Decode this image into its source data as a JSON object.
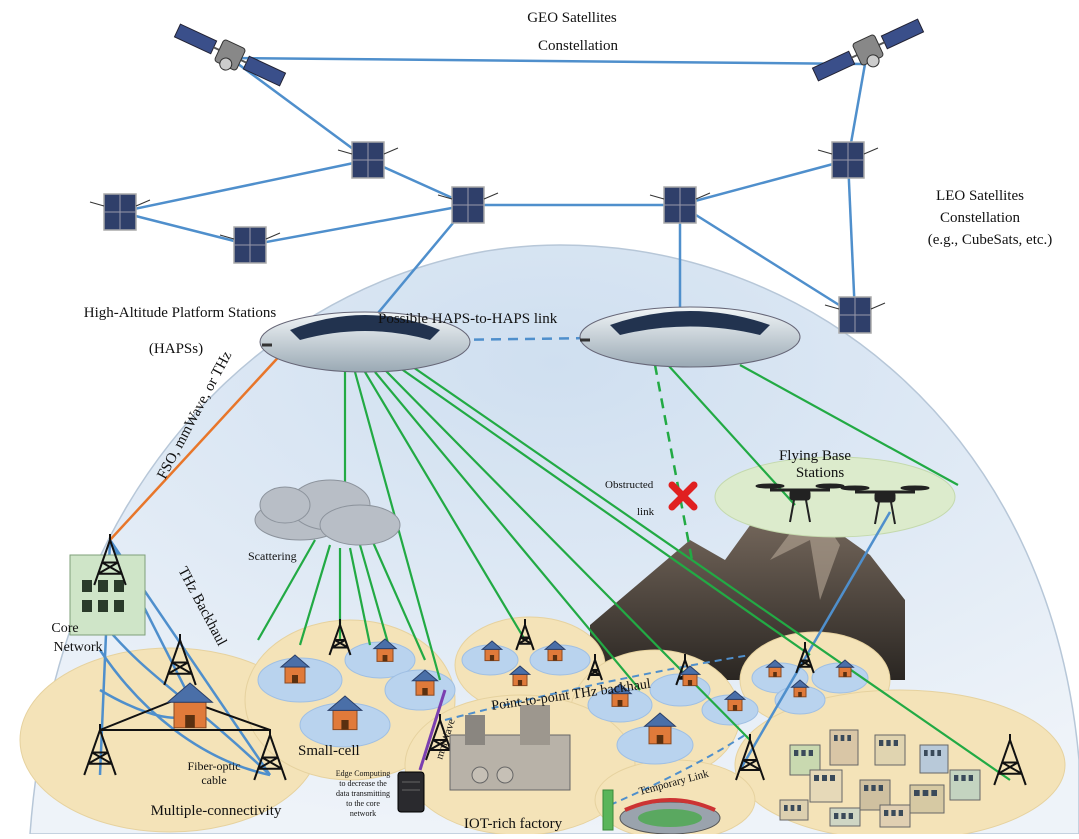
{
  "labels": {
    "geo_line1": "GEO Satellites",
    "geo_line2": "Constellation",
    "leo_line1": "LEO Satellites",
    "leo_line2": "Constellation",
    "leo_line3": "(e.g., CubeSats, etc.)",
    "haps_line1": "High-Altitude Platform Stations",
    "haps_line2": "(HAPSs)",
    "haps_link": "Possible HAPS-to-HAPS link",
    "fso": "FSO, mmWave, or THz",
    "flying_line1": "Flying Base",
    "flying_line2": "Stations",
    "obstructed_line1": "Obstructed",
    "obstructed_line2": "link",
    "scattering": "Scattering",
    "core_line1": "Core",
    "core_line2": "Network",
    "thz_backhaul": "THz Backhaul",
    "small_cell": "Small-cell",
    "fiber_line1": "Fiber-optic",
    "fiber_line2": "cable",
    "multi": "Multiple-connectivity",
    "mmwave": "mmWave",
    "p2p": "Point-to-point THz backhaul",
    "edge_line1": "Edge Computing",
    "edge_line2": "to decrease the",
    "edge_line3": "data transmitting",
    "edge_line4": "to the core",
    "edge_line5": "network",
    "iot": "IOT-rich factory",
    "temp": "Temporary Link"
  },
  "colors": {
    "sat_link": "#4f8fcc",
    "ground_link": "#22aa44",
    "fso_link": "#e8762a",
    "dome": "#dde8f3",
    "zone": "#f4e3b8",
    "cell": "#b9d3ee",
    "obstruct": "#e02020"
  },
  "icons": [
    "geo-satellite-icon",
    "cubesat-icon",
    "airship-icon",
    "drone-icon",
    "cell-tower-icon",
    "house-icon",
    "cloud-icon",
    "mountain-icon",
    "building-icon",
    "factory-icon",
    "stadium-icon",
    "server-icon"
  ]
}
